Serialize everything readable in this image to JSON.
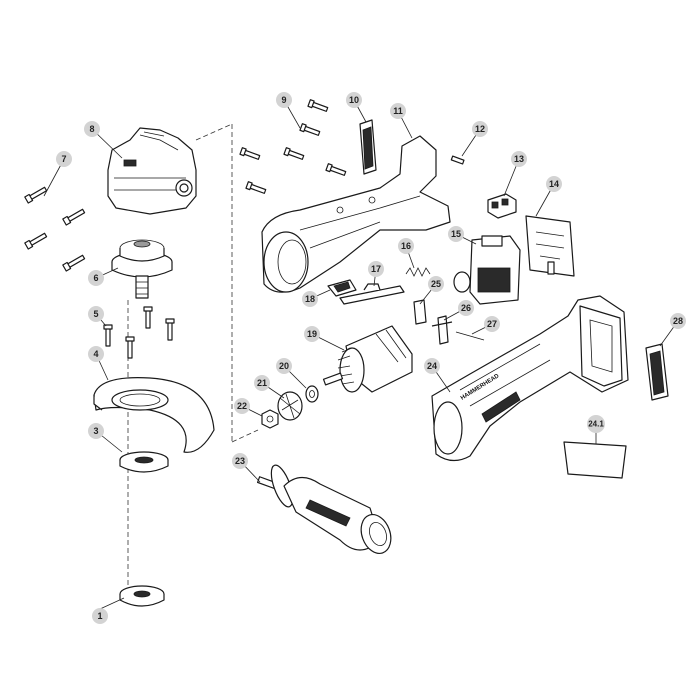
{
  "diagram": {
    "brand_label": "HAMMERHEAD",
    "callouts": [
      {
        "id": "1",
        "label": "1"
      },
      {
        "id": "3",
        "label": "3"
      },
      {
        "id": "4",
        "label": "4"
      },
      {
        "id": "5",
        "label": "5"
      },
      {
        "id": "6",
        "label": "6"
      },
      {
        "id": "7",
        "label": "7"
      },
      {
        "id": "8",
        "label": "8"
      },
      {
        "id": "9",
        "label": "9"
      },
      {
        "id": "10",
        "label": "10"
      },
      {
        "id": "11",
        "label": "11"
      },
      {
        "id": "12",
        "label": "12"
      },
      {
        "id": "13",
        "label": "13"
      },
      {
        "id": "14",
        "label": "14"
      },
      {
        "id": "15",
        "label": "15"
      },
      {
        "id": "16",
        "label": "16"
      },
      {
        "id": "17",
        "label": "17"
      },
      {
        "id": "18",
        "label": "18"
      },
      {
        "id": "19",
        "label": "19"
      },
      {
        "id": "20",
        "label": "20"
      },
      {
        "id": "21",
        "label": "21"
      },
      {
        "id": "22",
        "label": "22"
      },
      {
        "id": "23",
        "label": "23"
      },
      {
        "id": "24",
        "label": "24"
      },
      {
        "id": "24_1",
        "label": "24.1"
      },
      {
        "id": "25",
        "label": "25"
      },
      {
        "id": "26",
        "label": "26"
      },
      {
        "id": "27",
        "label": "27"
      },
      {
        "id": "28",
        "label": "28"
      }
    ]
  }
}
